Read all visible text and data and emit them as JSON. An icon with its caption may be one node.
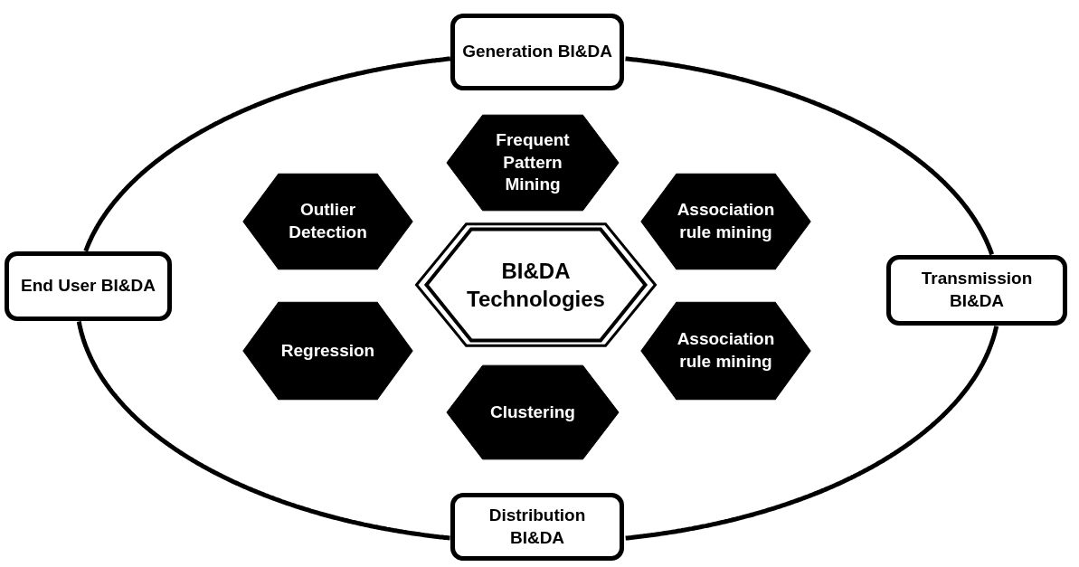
{
  "diagram": {
    "nodes": [
      {
        "text": [
          "Generation BI&DA"
        ]
      },
      {
        "text": [
          "Frequent Pattern Mining"
        ]
      },
      {
        "text": [
          "Outlier Detection"
        ]
      },
      {
        "text": [
          "Association rule mining"
        ]
      },
      {
        "text": [
          "End User BI&DA"
        ]
      },
      {
        "text": [
          "BI&DA Technologies"
        ]
      },
      {
        "text": [
          "Transmission BI&DA"
        ]
      },
      {
        "text": [
          "Regression"
        ]
      },
      {
        "text": [
          "Association rule mining"
        ]
      },
      {
        "text": [
          "Clustering"
        ]
      },
      {
        "text": [
          "Distribution BI&DA"
        ]
      }
    ],
    "edges": [
      {
        "from": 0,
        "to": 6,
        "arrow": "none"
      },
      {
        "from": 6,
        "to": 10,
        "arrow": "none"
      },
      {
        "from": 10,
        "to": 4,
        "arrow": "none"
      },
      {
        "from": 4,
        "to": 0,
        "arrow": "none"
      }
    ]
  }
}
